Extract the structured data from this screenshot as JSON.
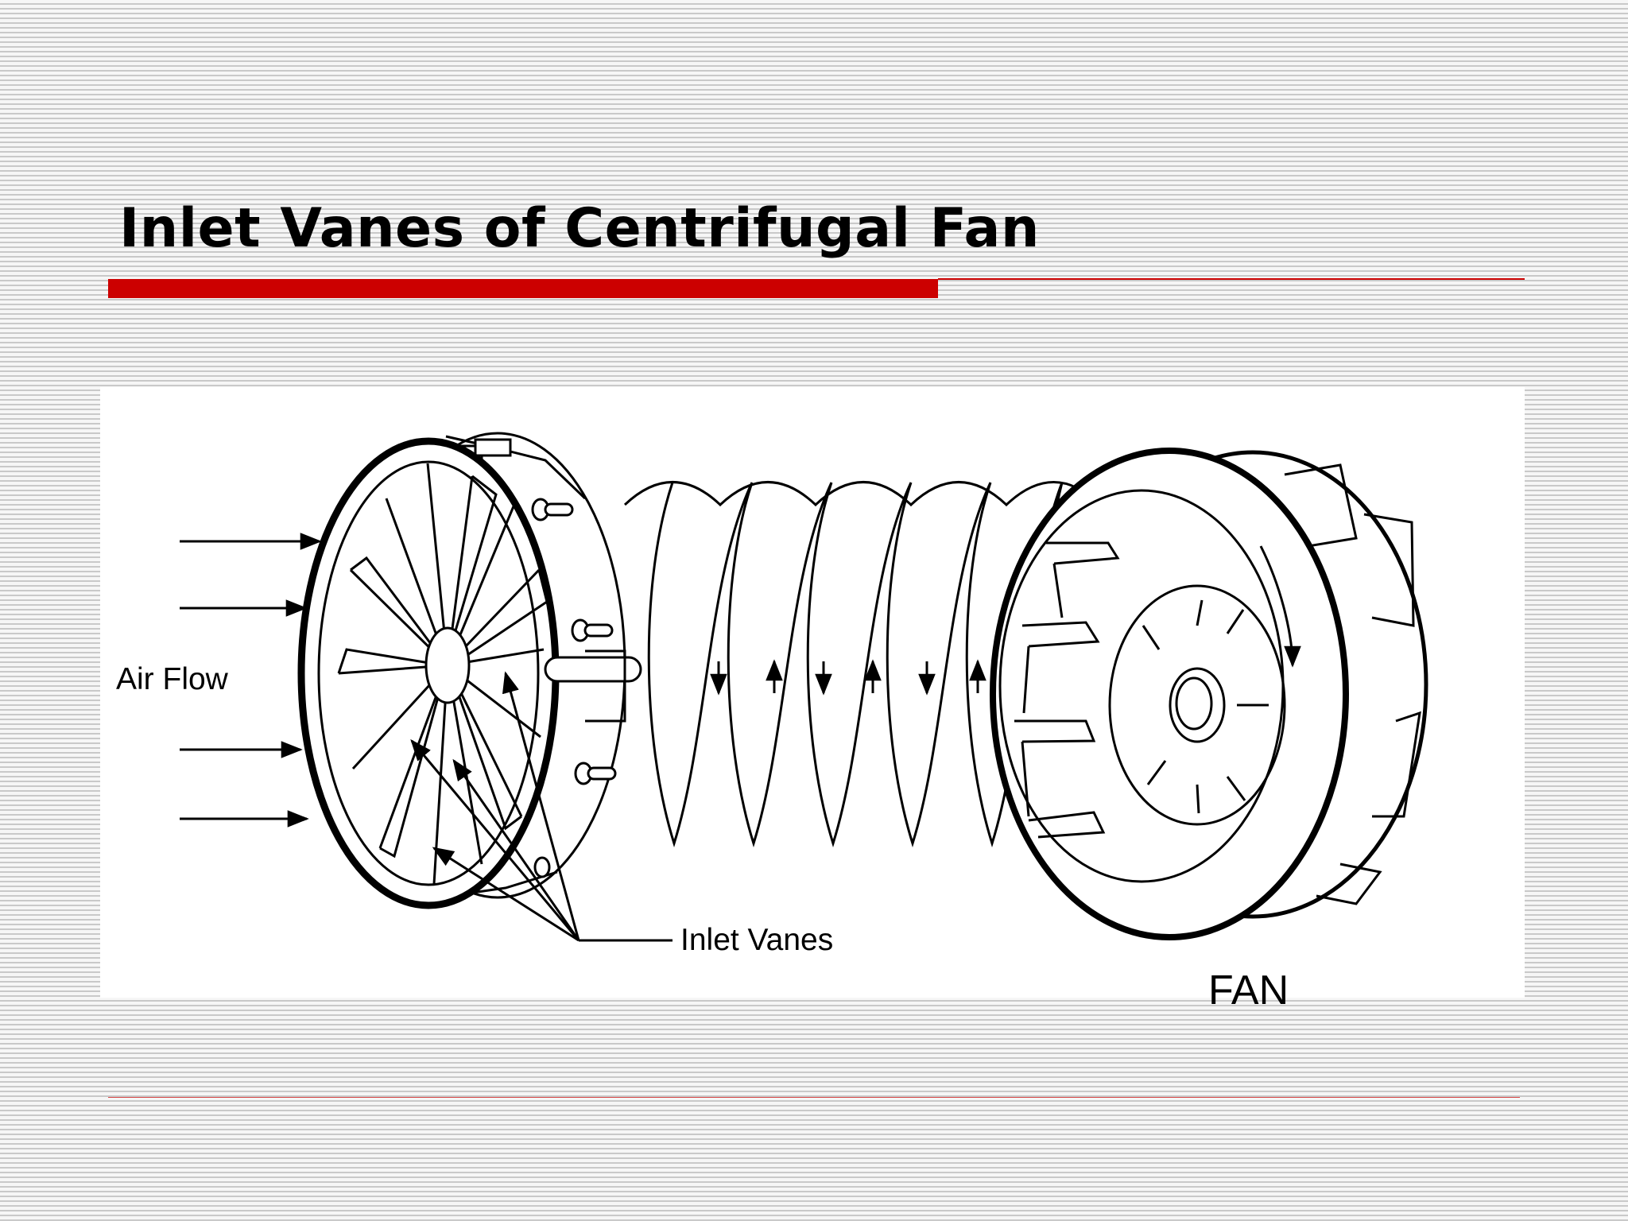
{
  "slide": {
    "title": "Inlet Vanes of Centrifugal Fan",
    "accent_color": "#cc0000"
  },
  "figure": {
    "labels": {
      "air_flow": "Air Flow",
      "inlet_vanes": "Inlet Vanes",
      "fan": "FAN"
    }
  }
}
